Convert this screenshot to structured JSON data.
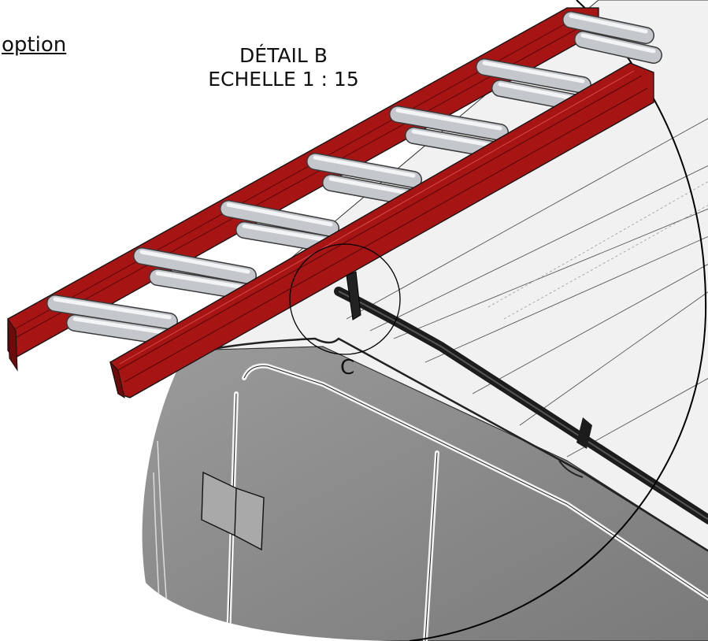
{
  "option_label": " option",
  "detail": {
    "title": "DÉTAIL B",
    "scale": "ECHELLE 1 : 15"
  },
  "callout_label": "C",
  "colors": {
    "ladder": "#a61414",
    "ladder_dark": "#6d0b0b",
    "roller": "#c4c7cc",
    "body_dark": "#8b8b8b",
    "body_light": "#f1f1f1",
    "cable": "#1c1c1c"
  }
}
